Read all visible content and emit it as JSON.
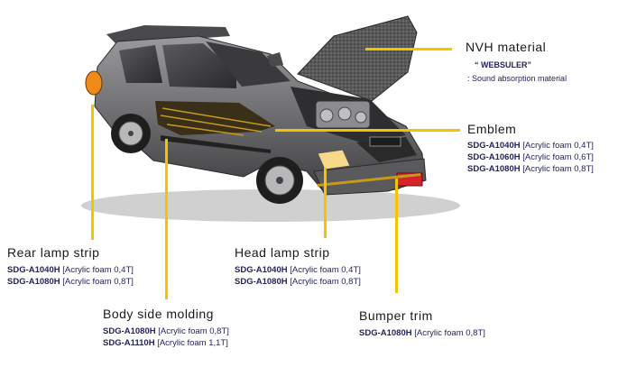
{
  "callouts": {
    "nvh": {
      "title": "NVH material",
      "brand": "“ WEBSULER”",
      "desc": ": Sound absorption material"
    },
    "emblem": {
      "title": "Emblem",
      "items": [
        {
          "code": "SDG-A1040H",
          "spec": "[Acrylic foam 0,4T]"
        },
        {
          "code": "SDG-A1060H",
          "spec": "[Acrylic foam 0,6T]"
        },
        {
          "code": "SDG-A1080H",
          "spec": "[Acrylic foam 0,8T]"
        }
      ]
    },
    "rear_lamp": {
      "title": "Rear lamp strip",
      "items": [
        {
          "code": "SDG-A1040H",
          "spec": "[Acrylic foam 0,4T]"
        },
        {
          "code": "SDG-A1080H",
          "spec": "[Acrylic foam 0,8T]"
        }
      ]
    },
    "head_lamp": {
      "title": "Head lamp strip",
      "items": [
        {
          "code": "SDG-A1040H",
          "spec": "[Acrylic foam 0,4T]"
        },
        {
          "code": "SDG-A1080H",
          "spec": "[Acrylic foam 0,8T]"
        }
      ]
    },
    "body_side": {
      "title": "Body side molding",
      "items": [
        {
          "code": "SDG-A1080H",
          "spec": "[Acrylic foam 0,8T]"
        },
        {
          "code": "SDG-A1110H",
          "spec": "[Acrylic foam 1,1T]"
        }
      ]
    },
    "bumper": {
      "title": "Bumper trim",
      "items": [
        {
          "code": "SDG-A1080H",
          "spec": "[Acrylic foam 0,8T]"
        }
      ]
    }
  },
  "colors": {
    "leader": "#f5c400",
    "spec_text": "#24245e",
    "car_body": "#6e6e70"
  }
}
